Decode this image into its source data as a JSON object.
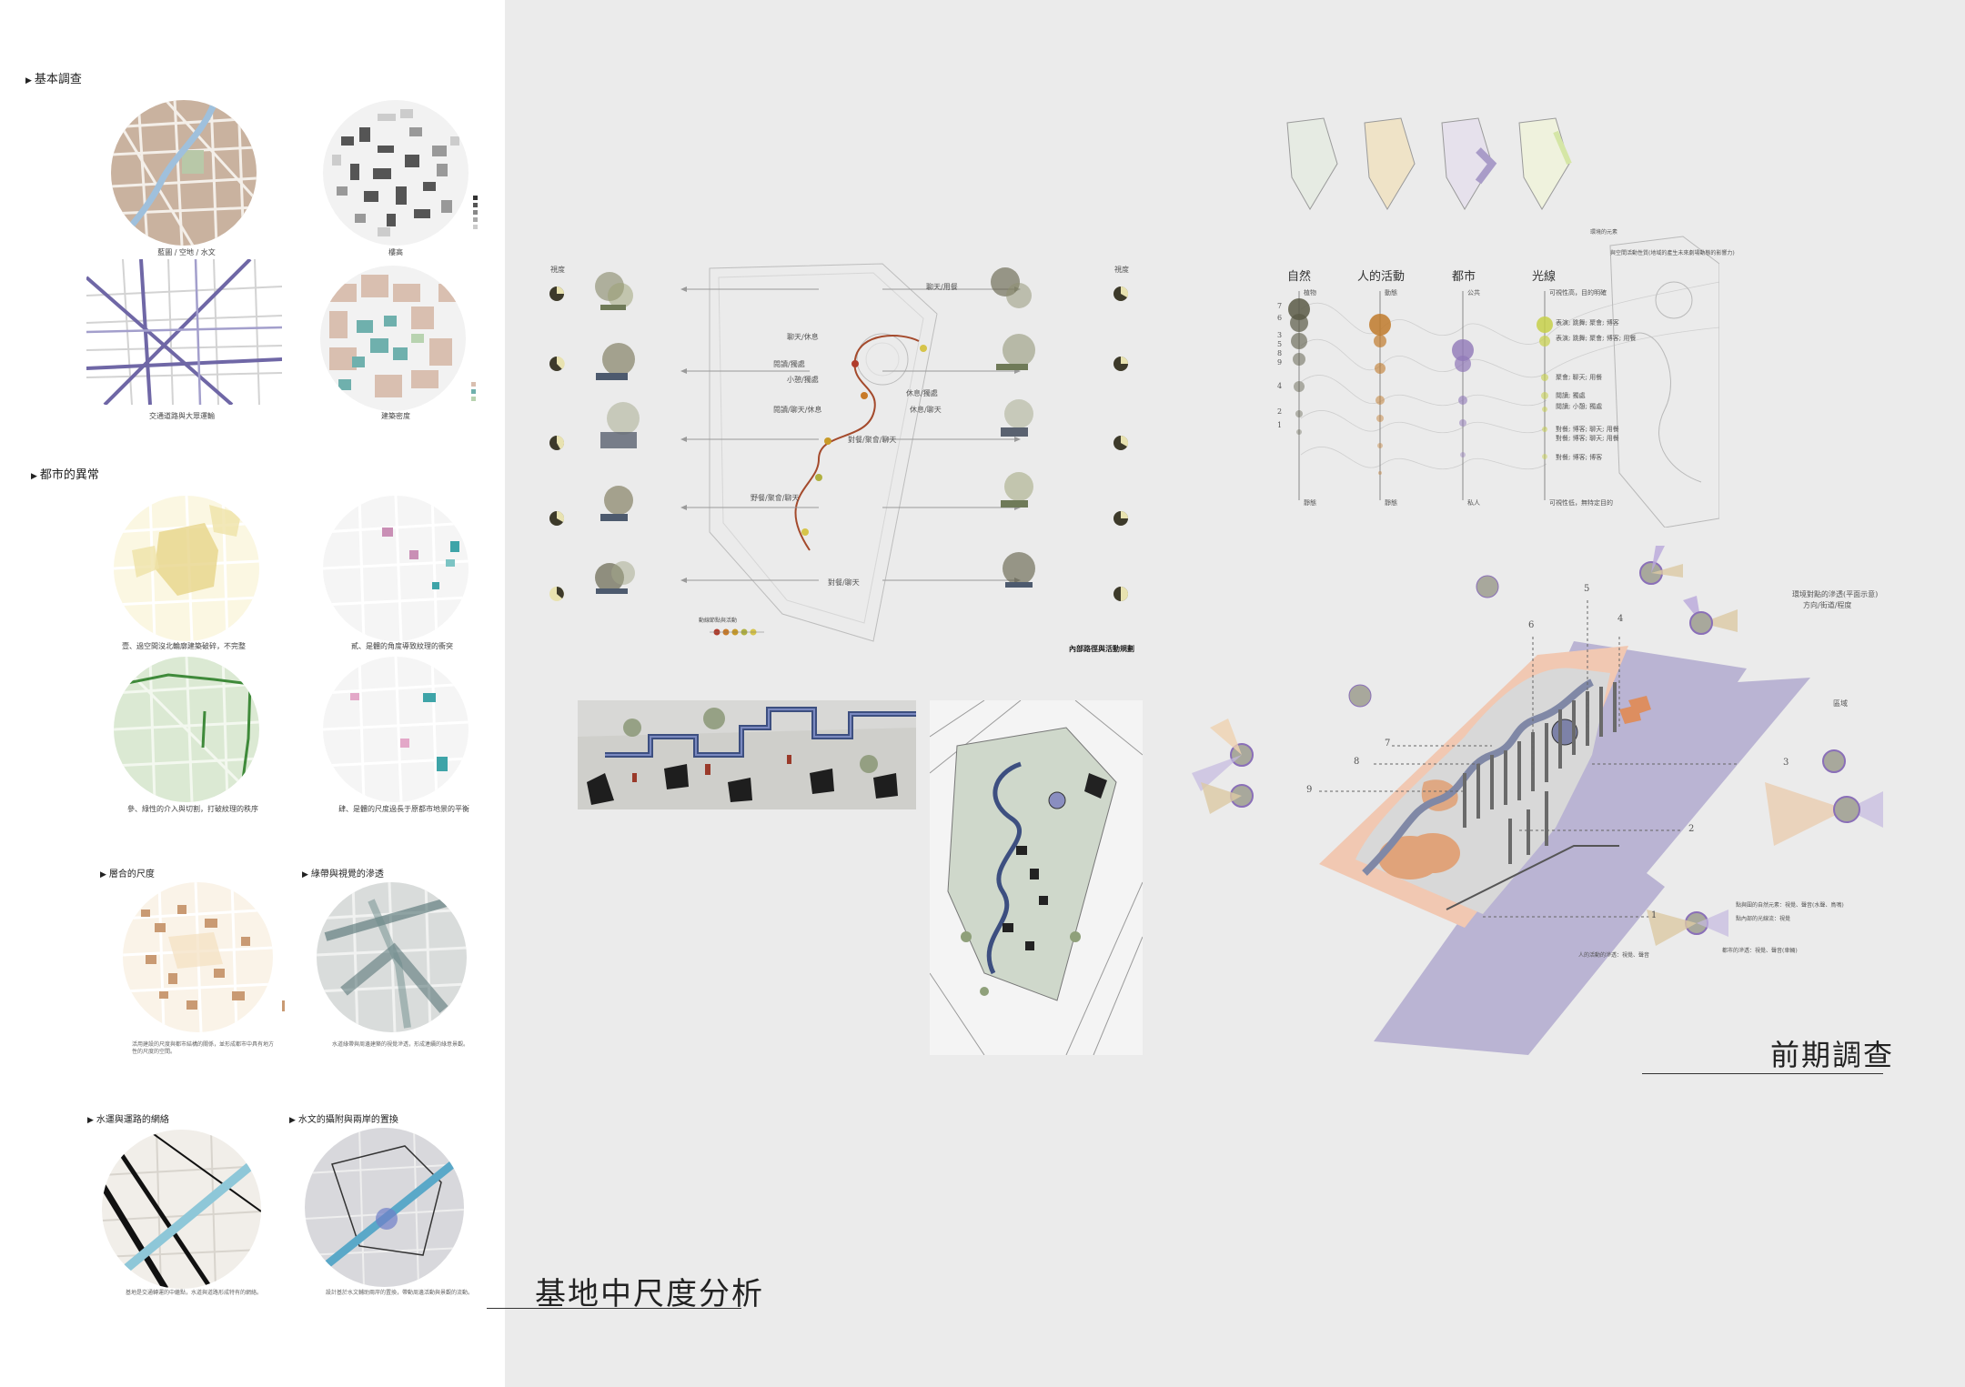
{
  "left": {
    "sections": {
      "basic": "基本調查",
      "urban": "都市的異常",
      "scale": "層合的尺度",
      "green": "綠帶與視覺的滲透",
      "water_net": "水運與運路的網絡",
      "water_replace": "水文的攝附與兩岸的置換"
    },
    "captions": {
      "c1": "藍圖 / 空地 / 水文",
      "c2": "樓高",
      "c3": "交通道路與大眾運輸",
      "c4": "建築密度",
      "c5": "壹、過空間沒北輪廓建築破碎，不完整",
      "c6": "貳、是體的角度導致紋理的衝突",
      "c7": "參、綠性的介入與切割，打破紋理的秩序",
      "c8": "肆、是體的尺度過長于原都市地景的平衡"
    }
  },
  "middle": {
    "title": "基地中尺度分析",
    "left_label": "視度",
    "right_label": "視度",
    "plan_caption": "內部路徑與活動規劃",
    "activities": [
      "聊天/休息",
      "閱讀/獨處",
      "小憩/獨處",
      "閱讀/聊天/休息",
      "對餐/聚會/聊天",
      "野餐/聚會/聊天",
      "聊天/用餐",
      "休息/獨處",
      "休息/聊天",
      "對餐/聊天"
    ],
    "legend_text": "動線節點與活動"
  },
  "right": {
    "title": "前期調查",
    "headers": [
      "自然",
      "人的活動",
      "都市",
      "光線"
    ],
    "col_labels_top": [
      "植物",
      "動態",
      "公共",
      "可視性高，目的明確"
    ],
    "col_labels_bottom": [
      "靜態",
      "靜態",
      "私人",
      "可視性低，無特定目的"
    ],
    "left_ticks": [
      "7",
      "6",
      "3",
      "5",
      "8",
      "9",
      "4",
      "2",
      "1"
    ],
    "top_small": [
      "環境的元素",
      "與空間活動性質(地域的產生未來劇場動態的影響力)"
    ],
    "activity_list": [
      "表演; 跳舞; 聚會; 博客",
      "表演; 跳舞; 聚會; 博客; 用餐",
      "聚會; 聊天; 用餐",
      "閱讀; 獨處",
      "閱讀; 小憩; 獨處",
      "對餐; 博客; 聊天; 用餐",
      "對餐; 博客; 聊天; 用餐",
      "對餐; 博客; 博客"
    ],
    "iso_numbers": [
      "1",
      "2",
      "3",
      "4",
      "5",
      "6",
      "7",
      "8",
      "9"
    ],
    "annot_1": "環境對點的滲透(平面示意)",
    "annot_2": "方向/街道/程度",
    "annot_3": "區域",
    "legend_1": "點與圍的自然元素：視覺、聲音(水聲、鳥鳴)",
    "legend_2": "點內部的光線流：視覺",
    "legend_3": "人的活動的滲透：視覺、聲音",
    "legend_4": "都市的滲透：視覺、聲音(車輛)"
  }
}
